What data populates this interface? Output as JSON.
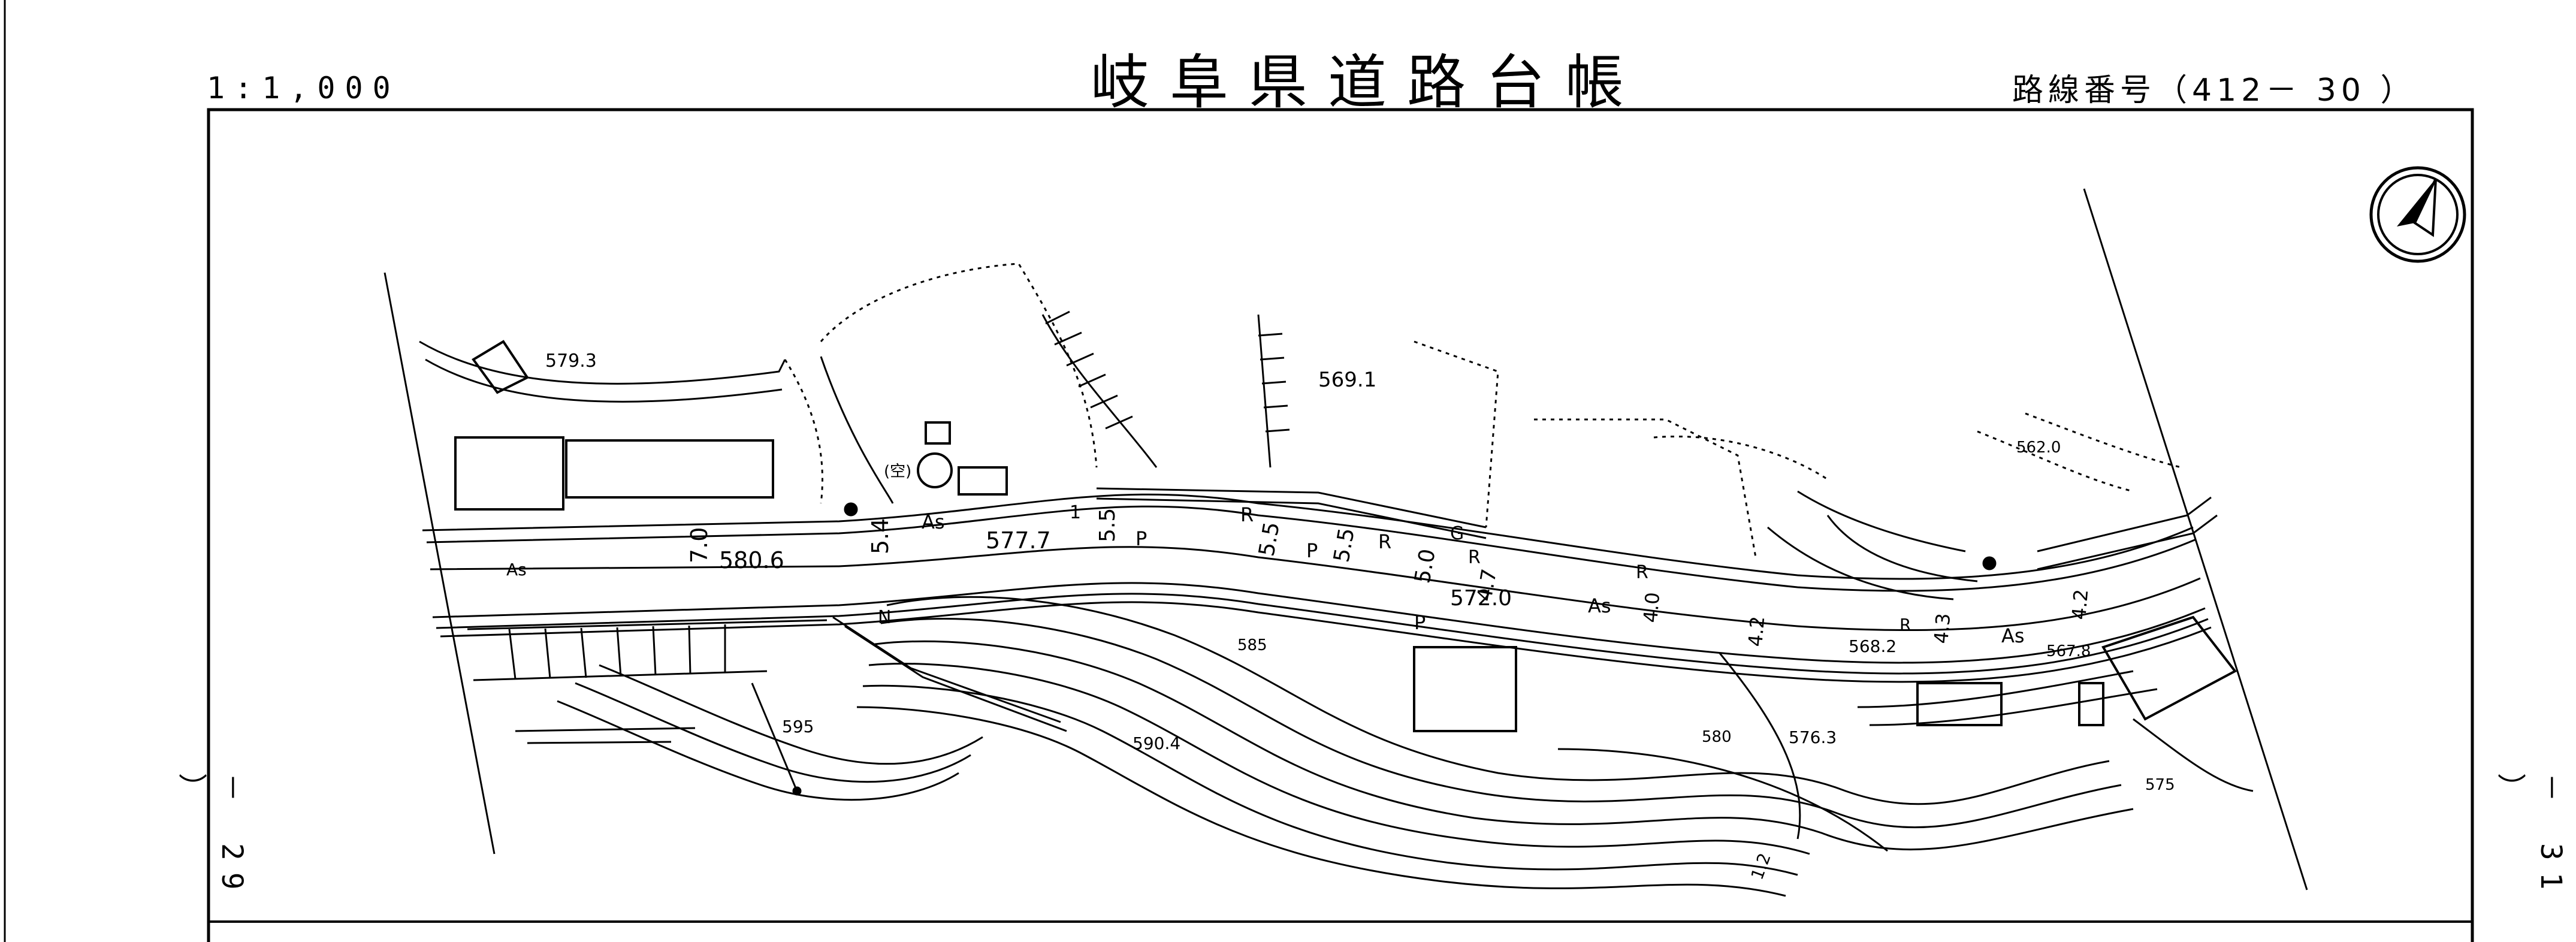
{
  "header": {
    "scale": "1:1,000",
    "title": "岐阜県道路台帳",
    "route_number": "路線番号（412－ 30 ）"
  },
  "sheet_links": {
    "left": "－ 29 ）",
    "right": "－ 31 ）"
  },
  "map": {
    "north_arrow": "north-arrow-icon",
    "elevations": [
      "579.3",
      "569.1",
      "562.0",
      "580.6",
      "577.7",
      "572.0",
      "568.2",
      "567.8",
      "576.3",
      "590.4",
      "585",
      "595",
      "580",
      "575"
    ],
    "widths": [
      "7.0",
      "5.4",
      "5.5",
      "5.5",
      "5.5",
      "5.0",
      "4.7",
      "4.0",
      "4.2",
      "4.3",
      "4.2",
      "1.2"
    ],
    "surface_codes": [
      "As",
      "As",
      "As",
      "As",
      "P",
      "P",
      "P",
      "R",
      "R",
      "R",
      "R",
      "R",
      "G",
      "N"
    ],
    "other_labels": [
      "(空)",
      "1"
    ]
  }
}
